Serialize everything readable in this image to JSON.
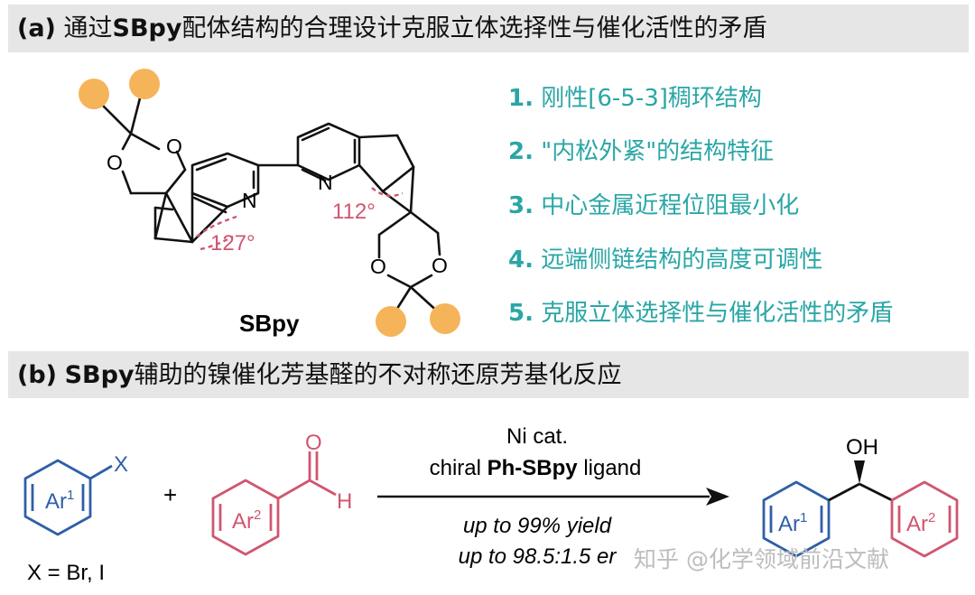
{
  "section_a": {
    "label": "(a)",
    "title_pre": "通过",
    "title_bold": "SBpy",
    "title_post": "配体结构的合理设计克服立体选择性与催化活性的矛盾"
  },
  "molecule": {
    "name": "SBpy",
    "atoms": {
      "O": "O",
      "N": "N"
    },
    "angle_left": "127°",
    "angle_right": "112°"
  },
  "features": [
    {
      "num": "1.",
      "text": "刚性[6-5-3]稠环结构"
    },
    {
      "num": "2.",
      "text": "\"内松外紧\"的结构特征"
    },
    {
      "num": "3.",
      "text": "中心金属近程位阻最小化"
    },
    {
      "num": "4.",
      "text": "远端侧链结构的高度可调性"
    },
    {
      "num": "5.",
      "text": "克服立体选择性与催化活性的矛盾"
    }
  ],
  "section_b": {
    "label": "(b)",
    "title_bold": "SBpy",
    "title_post": "辅助的镍催化芳基醛的不对称还原芳基化反应"
  },
  "reaction": {
    "aryl_halide_ring": "Ar",
    "aryl_halide_sup": "1",
    "halide": "X",
    "plus": "+",
    "aldehyde_ring": "Ar",
    "aldehyde_sup": "2",
    "aldehyde_O": "O",
    "aldehyde_H": "H",
    "x_def": "X = Br, I",
    "cond_1": "Ni cat.",
    "cond_2_pre": "chiral ",
    "cond_2_bold": "Ph-SBpy",
    "cond_2_post": " ligand",
    "cond_3": "up to 99% yield",
    "cond_4": "up to 98.5:1.5 er",
    "product_OH": "OH",
    "product_ring1": "Ar",
    "product_sup1": "1",
    "product_ring2": "Ar",
    "product_sup2": "2"
  },
  "watermark": "知乎 @化学领域前沿文献",
  "colors": {
    "teal": "#2aa6a6",
    "blue": "#2f5fa8",
    "red": "#d05670",
    "angle": "#d05670",
    "ball": "#f5b45a",
    "banner": "#e6e6e6"
  }
}
